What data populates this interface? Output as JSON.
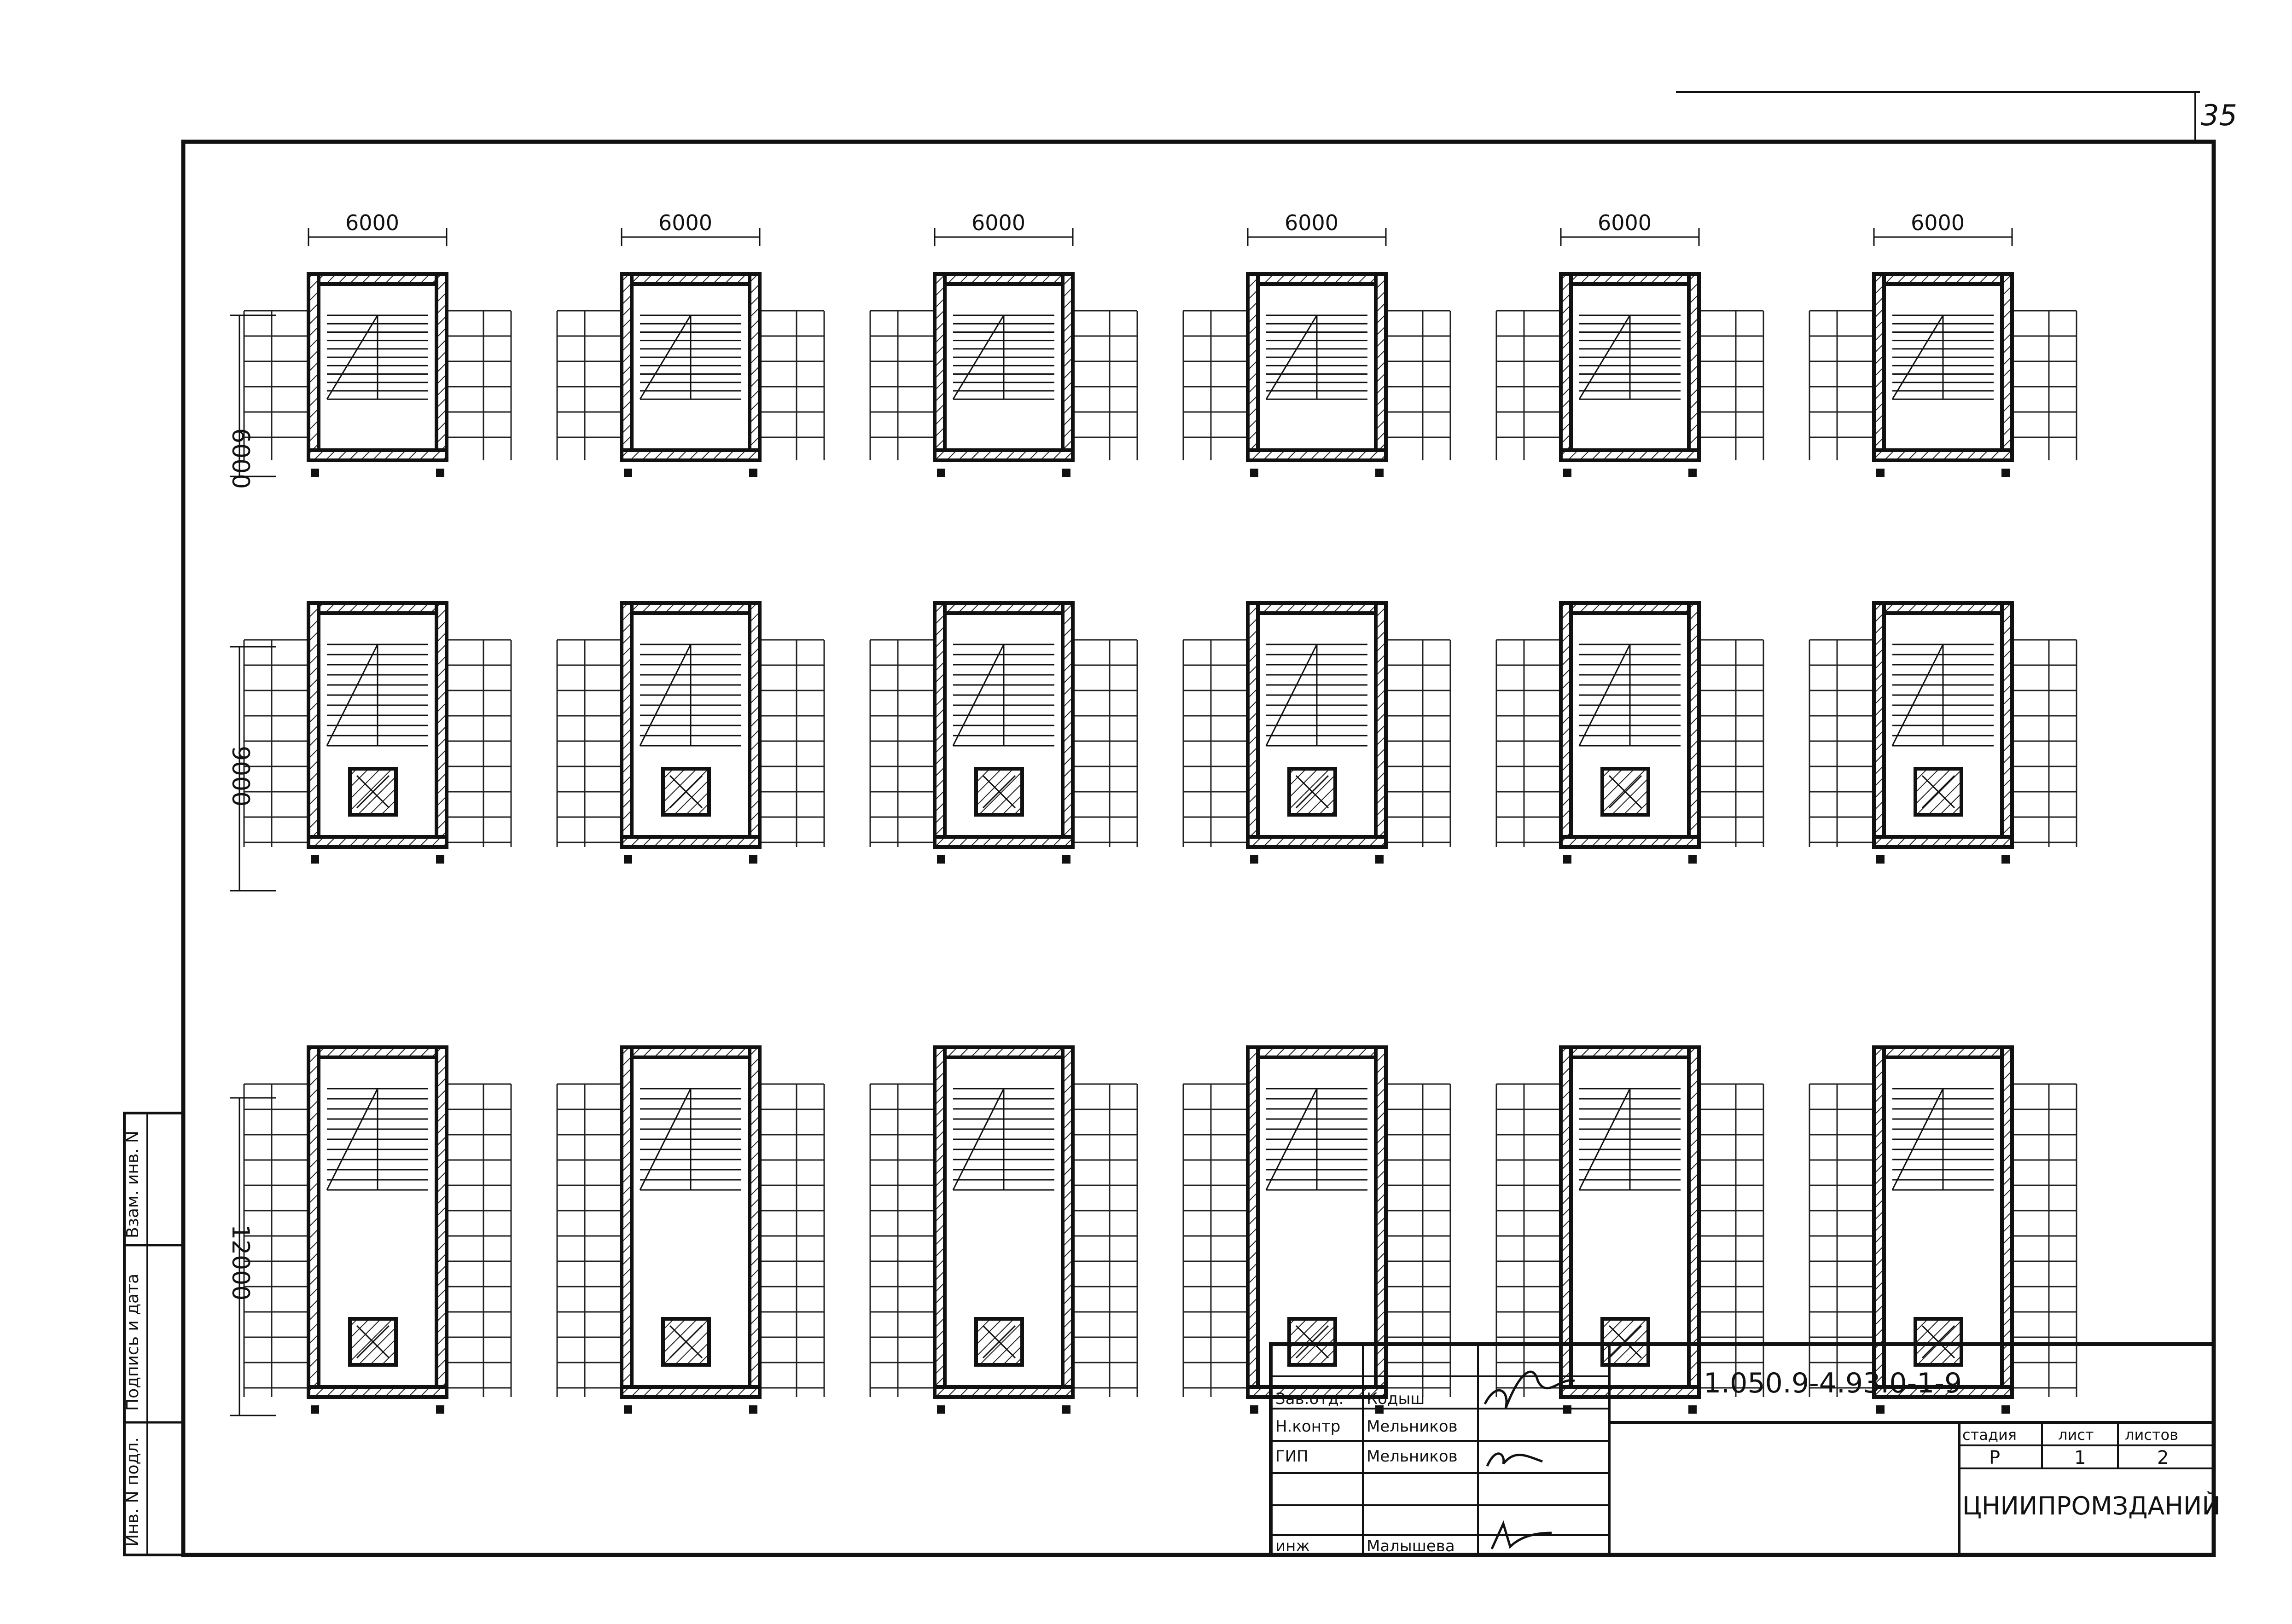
{
  "sheet": {
    "page_number": "35",
    "document_code": "1.050.9-4.93.0-1-9",
    "title_lines": [
      "Примеры компоновки",
      "лестниц по стальным",
      "косоурам"
    ],
    "organization": "ЦНИИПРОМЗДАНИЙ",
    "stage_label": "стадия",
    "sheet_label": "лист",
    "sheets_label": "листов",
    "stage_value": "Р",
    "sheet_value": "1",
    "sheets_value": "2"
  },
  "stamp_rows": [
    {
      "role": "Зав.отд.",
      "name": "Кодыш"
    },
    {
      "role": "Н.контр",
      "name": "Мельников"
    },
    {
      "role": "ГИП",
      "name": "Мельников"
    },
    {
      "role": "",
      "name": ""
    },
    {
      "role": "",
      "name": ""
    },
    {
      "role": "инж",
      "name": "Малышева"
    }
  ],
  "side_strip": [
    "Инв. N подл.",
    "Подпись и дата",
    "Взам. инв. N"
  ],
  "dimensions": {
    "column_width": "6000",
    "row_heights": [
      "6000",
      "9000",
      "12000"
    ]
  }
}
